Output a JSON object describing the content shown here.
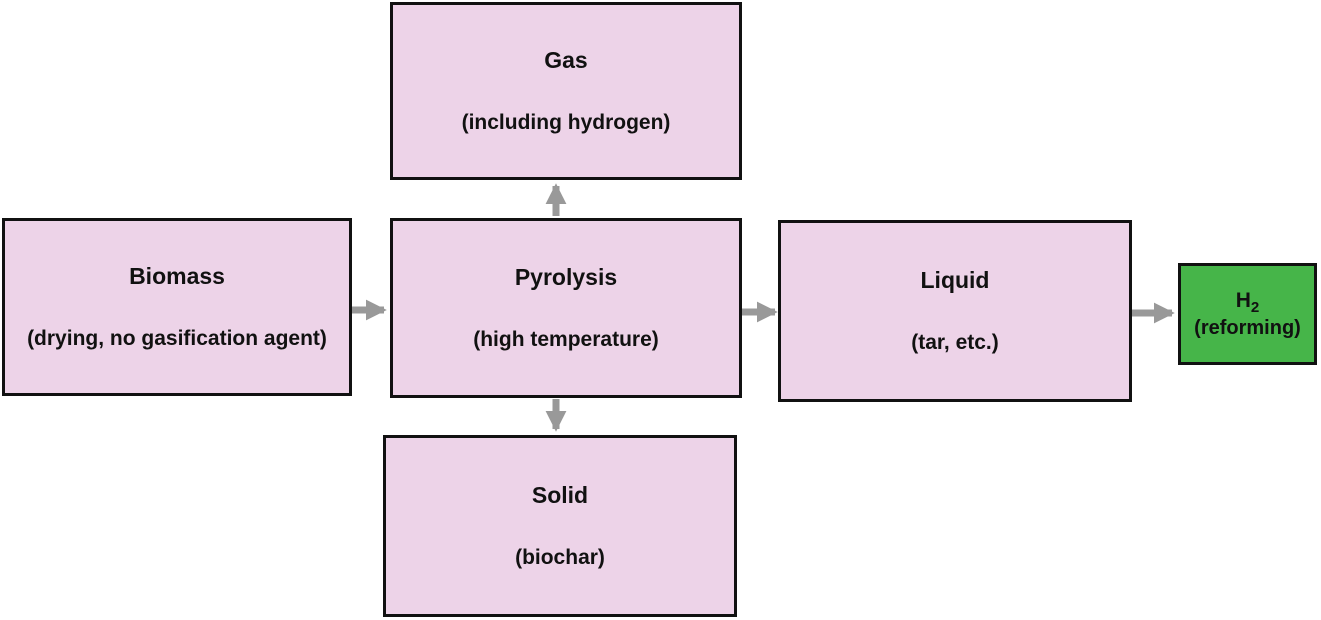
{
  "nodes": {
    "biomass": {
      "title": "Biomass",
      "subtitle": "(drying, no gasification agent)"
    },
    "pyrolysis": {
      "title": "Pyrolysis",
      "subtitle": "(high temperature)"
    },
    "gas": {
      "title": "Gas",
      "subtitle": "(including hydrogen)"
    },
    "solid": {
      "title": "Solid",
      "subtitle": "(biochar)"
    },
    "liquid": {
      "title": "Liquid",
      "subtitle": "(tar, etc.)"
    },
    "h2": {
      "title_main": "H",
      "title_subscript": "2",
      "subtitle": "(reforming)"
    }
  },
  "edges": [
    {
      "from": "biomass",
      "to": "pyrolysis"
    },
    {
      "from": "pyrolysis",
      "to": "gas"
    },
    {
      "from": "pyrolysis",
      "to": "solid"
    },
    {
      "from": "pyrolysis",
      "to": "liquid"
    },
    {
      "from": "liquid",
      "to": "h2"
    }
  ],
  "colors": {
    "node_fill": "#EDD3E8",
    "h2_fill": "#46B549",
    "border": "#111111",
    "arrow": "#999999",
    "text": "#111111"
  }
}
